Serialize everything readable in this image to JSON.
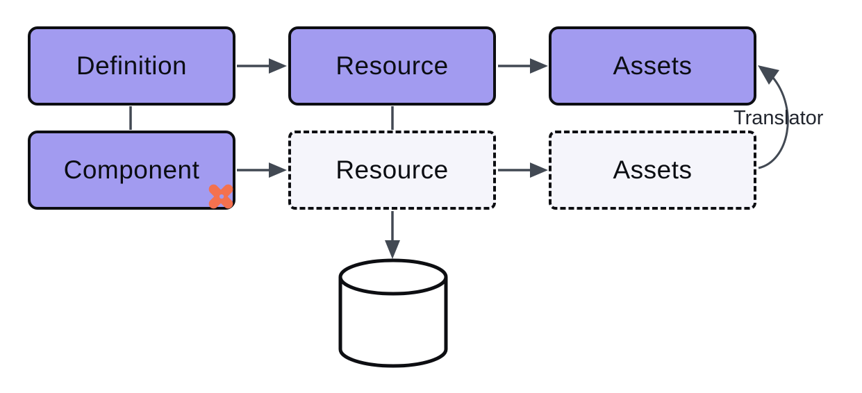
{
  "nodes": {
    "definition": {
      "label": "Definition",
      "style": "solid"
    },
    "resource_top": {
      "label": "Resource",
      "style": "solid"
    },
    "assets_top": {
      "label": "Assets",
      "style": "solid"
    },
    "component": {
      "label": "Component",
      "style": "solid",
      "icon": "dbt-x-icon"
    },
    "resource_planned": {
      "label": "Resource",
      "style": "dashed"
    },
    "assets_planned": {
      "label": "Assets",
      "style": "dashed"
    },
    "database": {
      "label": "",
      "style": "cylinder"
    }
  },
  "edges": [
    {
      "from": "Definition",
      "to": "Resource",
      "type": "arrow"
    },
    {
      "from": "Resource",
      "to": "Assets",
      "type": "arrow"
    },
    {
      "from": "Definition",
      "to": "Component",
      "type": "line"
    },
    {
      "from": "Resource",
      "to": "Resource (planned)",
      "type": "line"
    },
    {
      "from": "Component",
      "to": "Resource (planned)",
      "type": "arrow"
    },
    {
      "from": "Resource (planned)",
      "to": "Assets (planned)",
      "type": "arrow"
    },
    {
      "from": "Resource (planned)",
      "to": "database",
      "type": "arrow"
    },
    {
      "from": "Assets (planned)",
      "to": "Assets",
      "type": "curved-arrow",
      "label": "Translator"
    }
  ],
  "colors": {
    "node_fill_solid": "#a29bf0",
    "node_fill_dashed": "#f5f5fb",
    "node_border": "#0d0e12",
    "connector": "#424953",
    "icon_orange": "#f4714f",
    "cylinder_stroke": "#0d0e12",
    "cylinder_fill": "#ffffff",
    "background": "#ffffff"
  }
}
